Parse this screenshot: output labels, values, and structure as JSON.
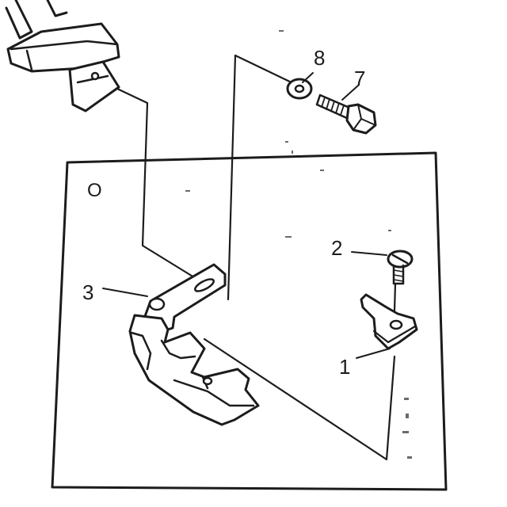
{
  "plate_label": "O",
  "parts": [
    {
      "number": "1"
    },
    {
      "number": "2"
    },
    {
      "number": "3"
    },
    {
      "number": "7"
    },
    {
      "number": "8"
    }
  ],
  "colors": {
    "ink": "#1c1c1c",
    "paper": "#ffffff"
  }
}
